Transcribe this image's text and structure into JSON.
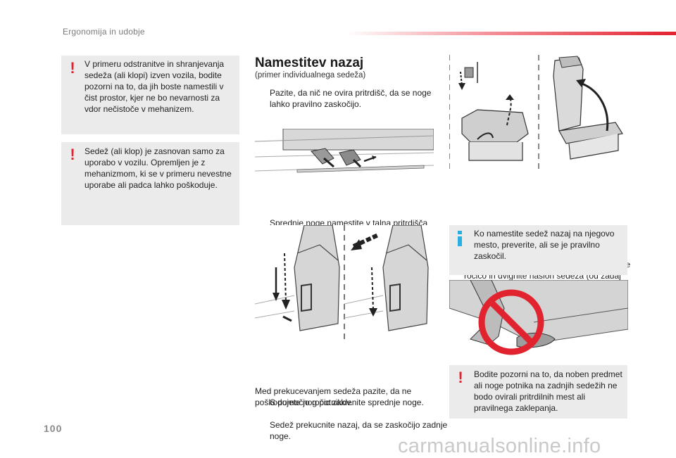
{
  "header": {
    "section_title": "Ergonomija in udobje",
    "page_number": "100"
  },
  "left_column": {
    "warning_1": "V primeru odstranitve in shranjevanja sedeža (ali klopi) izven vozila, bodite pozorni na to, da jih boste namestili v čist prostor, kjer ne bo nevarnosti za vdor nečistoče v mehanizem.",
    "warning_2": "Sedež (ali klop) je zasnovan samo za uporabo v vozilu. Opremljen je z mehanizmom, ki se v primeru nevestne uporabe ali padca lahko poškoduje."
  },
  "middle_column": {
    "heading": "Namestitev nazaj",
    "subtitle": "(primer individualnega sedeža)",
    "bullet_marker": "",
    "step_1": "Pazite, da nič ne ovira pritrdišč, da se noge lahko pravilno zaskočijo.",
    "step_2": "Sprednje noge namestite v talna pritrdišča (glejte ilustracijo).",
    "step_3a": "S pomočjo ročic zaklenite sprednje noge.",
    "step_3b": "Sedež prekucnite nazaj, da se zaskočijo zadnje noge.",
    "note": "Med prekucevanjem sedeža pazite, da ne poškodujete nog potnikov."
  },
  "right_column": {
    "step_4": "Če je vaše vozilo z njo opremljeno, povlecite ročico in dvignite naslon sedeža (od zadaj ročico potisnite navzdol).",
    "info_text": "Ko namestite sedež nazaj na njegovo mesto, preverite, ali se je pravilno zaskočil.",
    "warning_3": "Bodite pozorni na to, da noben predmet ali noge potnika na zadnjih sedežih ne bodo ovirali pritrdilnih mest ali pravilnega zaklepanja."
  },
  "watermark": "carmanualsonline.info",
  "colors": {
    "warning_red": "#e1232f",
    "info_blue": "#27aee3",
    "box_gray": "#ebebeb",
    "accent_bar": "#e2222f"
  },
  "icons": {
    "warning": "exclamation-mark-icon",
    "info": "info-icon",
    "bullet": "bullet-marker-icon",
    "prohibited": "prohibition-sign-icon"
  }
}
